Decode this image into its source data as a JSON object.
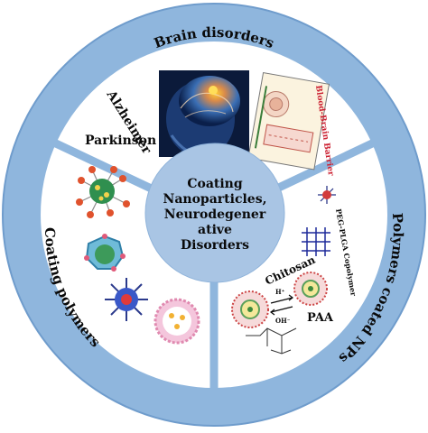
{
  "center": {
    "lines": [
      "Coating",
      "Nanoparticles,",
      "Neurodegener",
      "ative",
      "Disorders"
    ]
  },
  "ring_labels": {
    "top": "Brain disorders",
    "left": "Coating polymers",
    "right": "Polymers coated NPs"
  },
  "top_section": {
    "labels": {
      "alzheimer": "Alzheimer",
      "parkinson": "Parkinson"
    },
    "bbb_panel_label": "Blood-Brain Barrier"
  },
  "right_section": {
    "copolymer_label": "PEG-PLGA Copolymer",
    "chitosan_label": "Chitosan",
    "paa_label": "PAA",
    "arrow_labels": {
      "h_plus": "H⁺",
      "oh_minus": "OH⁻"
    }
  },
  "colors": {
    "ring": "#8fb6dd",
    "ring_edge": "#7aa6d3",
    "center": "#a9c5e4",
    "divider": "#8fb6dd",
    "text": "#0a0a0a",
    "bbb_label": "#cc2233"
  }
}
